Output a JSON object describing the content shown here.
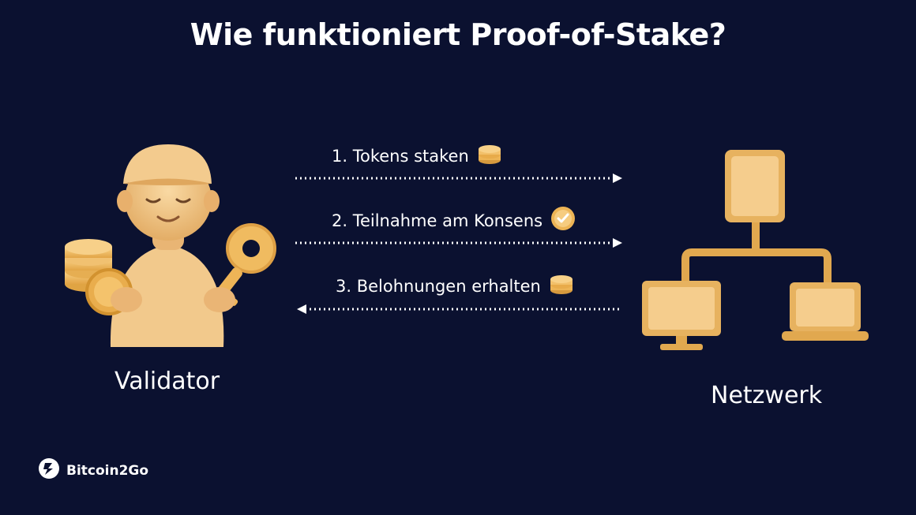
{
  "title": "Wie funktioniert Proof-of-Stake?",
  "validator": {
    "label": "Validator"
  },
  "network": {
    "label": "Netzwerk"
  },
  "steps": [
    {
      "label": "1. Tokens staken",
      "icon": "coins-icon",
      "direction": "right"
    },
    {
      "label": "2. Teilnahme am Konsens",
      "icon": "checkmark-coin-icon",
      "direction": "right"
    },
    {
      "label": "3. Belohnungen erhalten",
      "icon": "coins-icon",
      "direction": "left"
    }
  ],
  "brand": {
    "name": "Bitcoin2Go"
  },
  "colors": {
    "background": "#0b1130",
    "accent": "#f0c27a",
    "text": "#ffffff"
  }
}
